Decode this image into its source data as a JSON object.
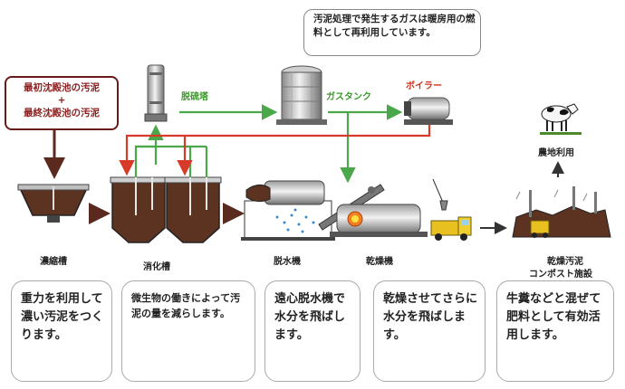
{
  "source_box": {
    "line1": "最初沈殿池の汚泥",
    "plus": "+",
    "line2": "最終沈殿池の汚泥"
  },
  "facilities": {
    "desulfurizer": "脱硫塔",
    "gas_tank": "ガスタンク",
    "boiler": "ボイラー",
    "agriculture": "農地利用",
    "thickener": "濃縮槽",
    "digester": "消化槽",
    "dewatering": "脱水機",
    "dryer": "乾燥機",
    "compost_line1": "乾燥汚泥",
    "compost_line2": "コンポスト施設"
  },
  "gas_note": "汚泥処理で発生するガスは暖房用の燃料として再利用しています。",
  "descriptions": {
    "thickener": "重力を利用して濃い汚泥をつくります。",
    "digester": "微生物の働きによって汚泥の量を減らします。",
    "dewatering": "遠心脱水機で水分を飛ばします。",
    "dryer": "乾燥させてさらに水分を飛ばします。",
    "compost": "牛糞などと混ぜて肥料として有効活用します。"
  },
  "colors": {
    "gas_flow": "#4aa84a",
    "heat_flow": "#d83a2a",
    "sludge_flow": "#5a2a1e"
  }
}
